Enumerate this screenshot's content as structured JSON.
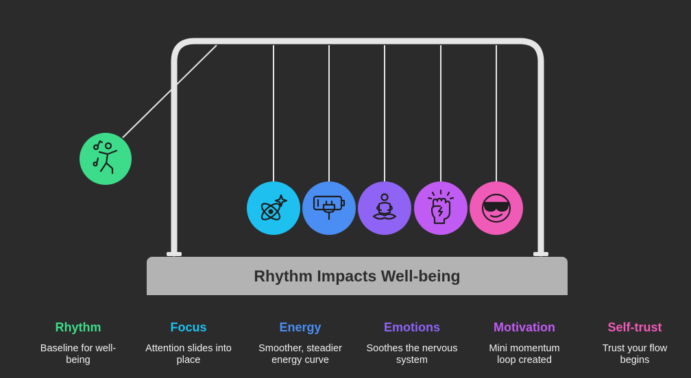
{
  "title": "Rhythm Impacts Well-being",
  "colors": {
    "background": "#2b2b2b",
    "frame": "#e6e6e6",
    "base": "#b3b3b3",
    "rhythm": "#3ddc8a",
    "focus": "#1ec0ef",
    "energy": "#4a8ef3",
    "emotions": "#8f63f4",
    "motivation": "#c05cf3",
    "selftrust": "#f05bb8"
  },
  "balls": [
    {
      "name": "rhythm",
      "icon": "dancing-person-icon",
      "color": "#3ddc8a"
    },
    {
      "name": "focus",
      "icon": "atom-sparkle-icon",
      "color": "#1ec0ef"
    },
    {
      "name": "energy",
      "icon": "battery-plug-icon",
      "color": "#4a8ef3"
    },
    {
      "name": "emotions",
      "icon": "meditation-icon",
      "color": "#8f63f4"
    },
    {
      "name": "motivation",
      "icon": "raised-fist-icon",
      "color": "#c05cf3"
    },
    {
      "name": "selftrust",
      "icon": "cool-face-sunglasses-icon",
      "color": "#f05bb8"
    }
  ],
  "items": [
    {
      "title": "Rhythm",
      "desc": "Baseline for well-being",
      "color": "#3ddc8a"
    },
    {
      "title": "Focus",
      "desc": "Attention slides into place",
      "color": "#1ec0ef"
    },
    {
      "title": "Energy",
      "desc": "Smoother, steadier energy curve",
      "color": "#4a8ef3"
    },
    {
      "title": "Emotions",
      "desc": "Soothes the nervous system",
      "color": "#8f63f4"
    },
    {
      "title": "Motivation",
      "desc": "Mini momentum loop created",
      "color": "#c05cf3"
    },
    {
      "title": "Self-trust",
      "desc": "Trust your flow begins",
      "color": "#f05bb8"
    }
  ]
}
